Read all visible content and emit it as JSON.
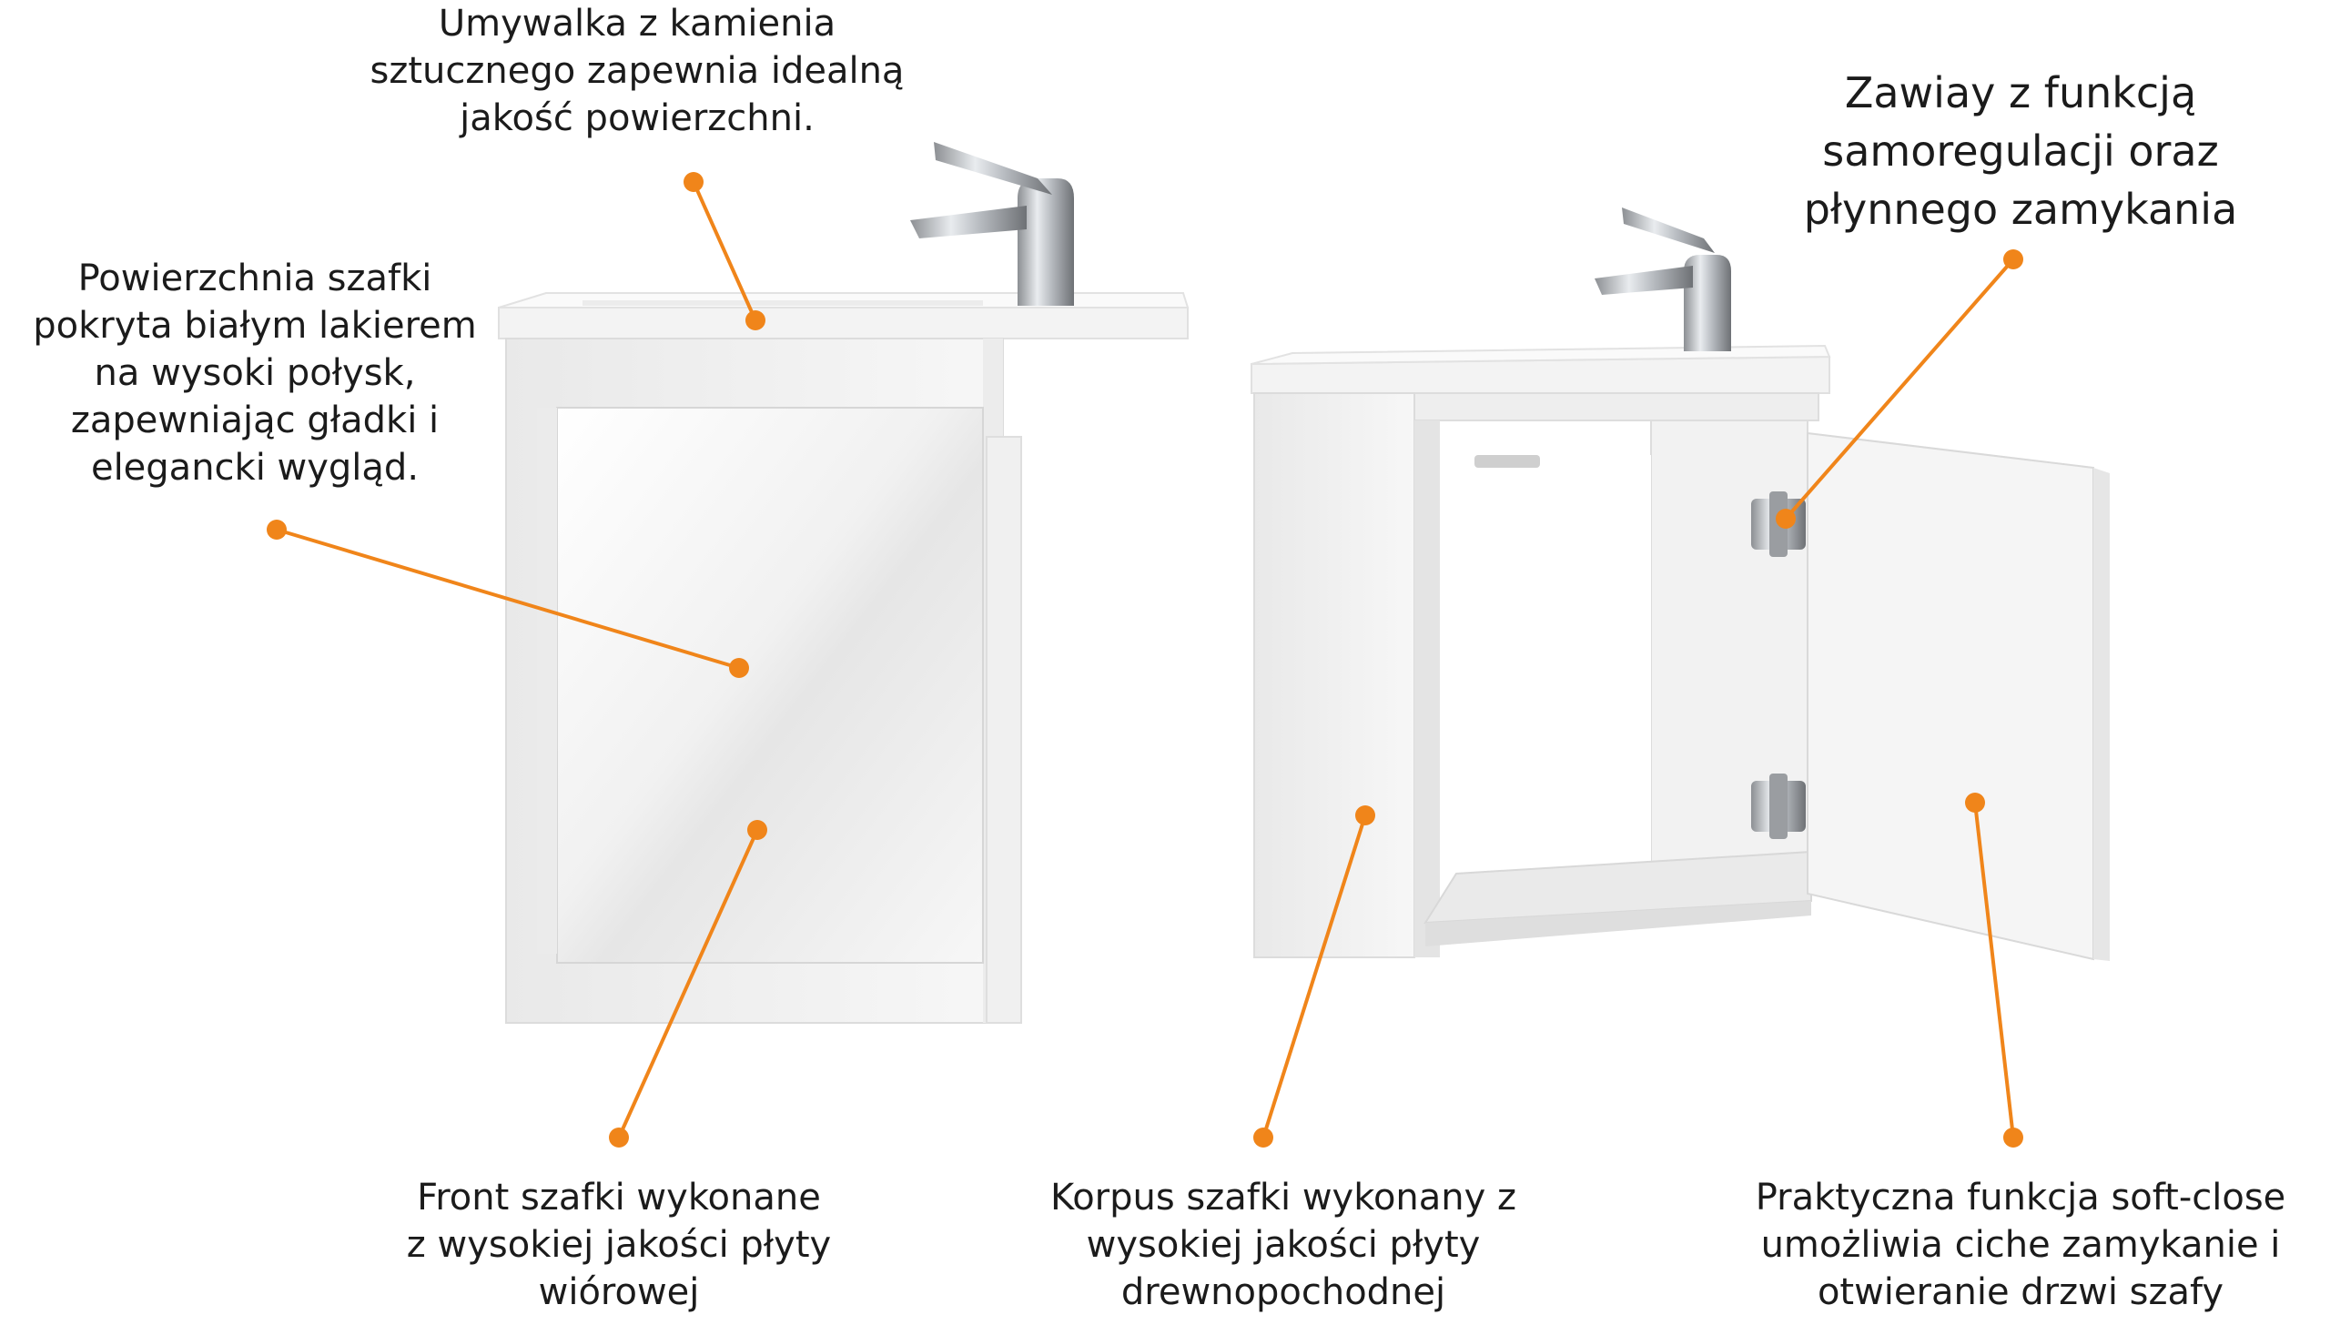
{
  "callouts": {
    "sink": {
      "lines": [
        "Umywalka z kamienia",
        "sztucznego zapewnia idealną",
        "jakość powierzchni."
      ]
    },
    "surface": {
      "lines": [
        "Powierzchnia szafki",
        "pokryta białym lakierem",
        "na wysoki połysk,",
        "zapewniając gładki i",
        "elegancki wygląd."
      ]
    },
    "hinges": {
      "lines": [
        "Zawiay z funkcją",
        "samoregulacji oraz",
        "płynnego zamykania"
      ]
    },
    "front": {
      "lines": [
        "Front szafki wykonane",
        "z wysokiej jakości płyty",
        "wiórowej"
      ]
    },
    "body": {
      "lines": [
        "Korpus szafki wykonany z",
        "wysokiej jakości płyty",
        "drewnopochodnej"
      ]
    },
    "softclose": {
      "lines": [
        "Praktyczna funkcja soft-close",
        "umożliwia ciche zamykanie i",
        "otwieranie drzwi szafy"
      ]
    }
  },
  "colors": {
    "accent": "#f0851a",
    "text": "#1b1b1b",
    "cabinet": "#f4f4f4",
    "cabinet_shadow": "#dcdcdc"
  },
  "icons": [
    "faucet-icon",
    "hinge-icon",
    "callout-dot-icon"
  ]
}
